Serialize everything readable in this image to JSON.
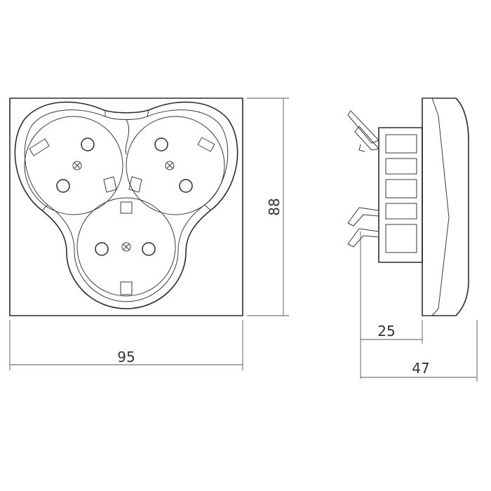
{
  "dimensions": {
    "width": "95",
    "height": "88",
    "mount_depth": "25",
    "total_depth": "47"
  }
}
